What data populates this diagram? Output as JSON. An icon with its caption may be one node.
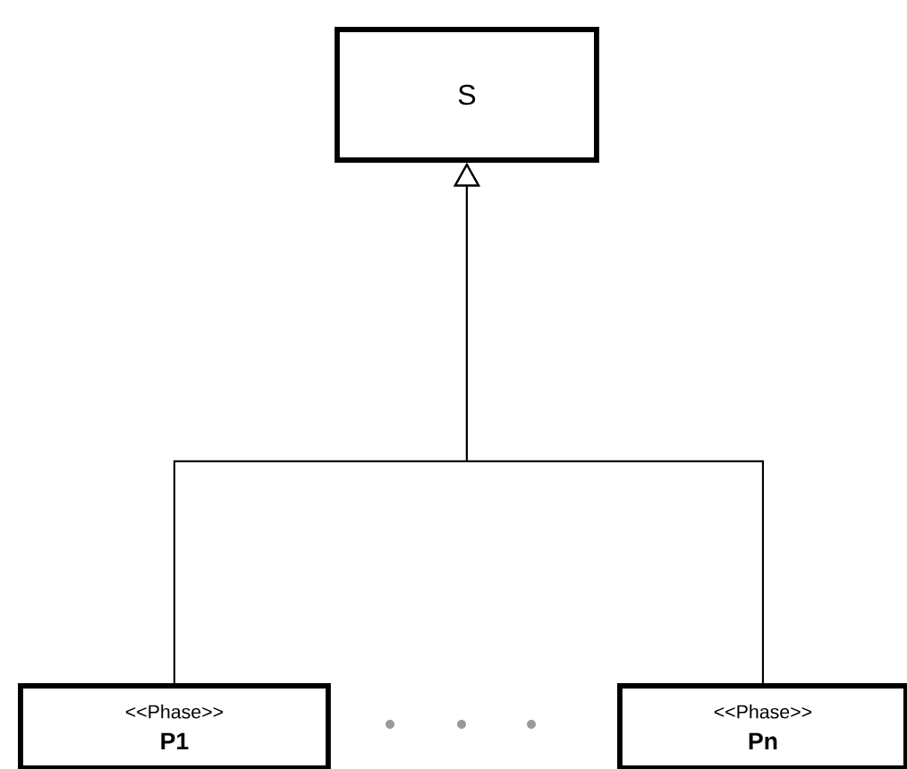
{
  "diagram": {
    "nodes": [
      {
        "text": [
          "S"
        ]
      },
      {
        "text": [
          "<<Phase>>",
          "P1"
        ]
      },
      {
        "text": [
          "<<Phase>>",
          "Pn"
        ]
      }
    ],
    "edges": [
      {
        "from": 1,
        "to": 0,
        "arrow": "to"
      },
      {
        "from": 2,
        "to": 0,
        "arrow": "to"
      }
    ]
  }
}
